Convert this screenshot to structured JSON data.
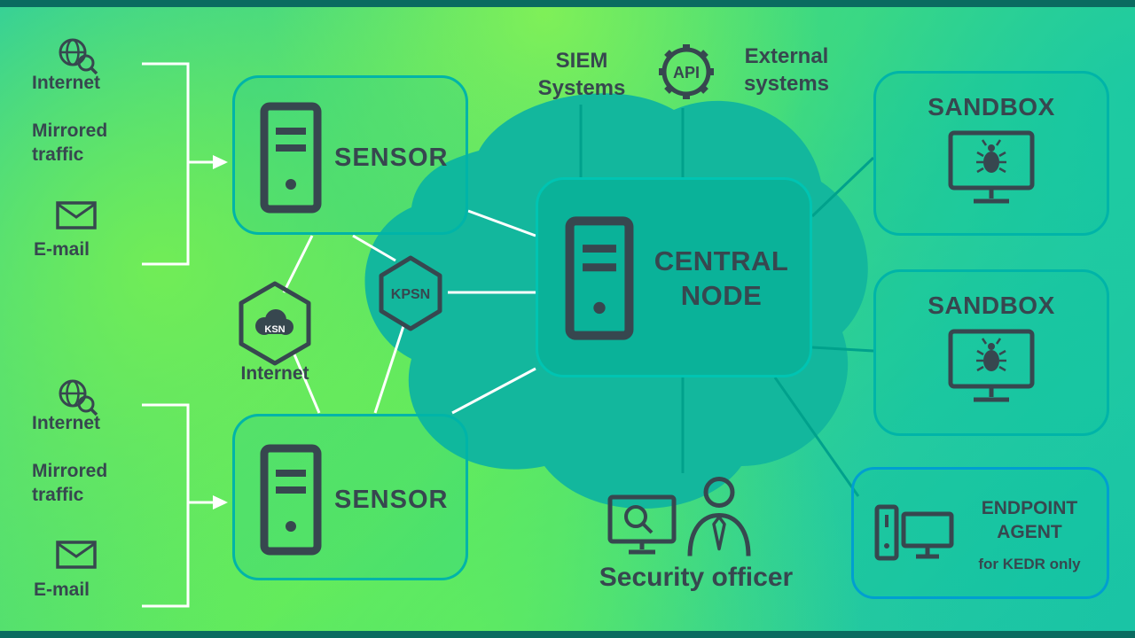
{
  "colors": {
    "dark": "#37474f",
    "box_border_teal": "#00b4a8",
    "endpoint_border_blue": "#009fd0",
    "connector_teal": "#00a18c",
    "white_lines": "#ffffff",
    "blob_teal": "#13b79d",
    "edge_bar": "#0a6b60"
  },
  "left_top": {
    "internet": "Internet",
    "mirrored": "Mirrored traffic",
    "email": "E-mail"
  },
  "left_bottom": {
    "internet": "Internet",
    "mirrored": "Mirrored traffic",
    "email": "E-mail"
  },
  "nodes": {
    "sensor_top": "SENSOR",
    "sensor_bottom": "SENSOR",
    "central": "CENTRAL NODE",
    "sandbox_top": "SANDBOX",
    "sandbox_bottom": "SANDBOX",
    "endpoint_title": "ENDPOINT AGENT",
    "endpoint_sub": "for KEDR only"
  },
  "cloud": {
    "ksn": "KSN",
    "ksn_caption": "Internet",
    "kpsn": "KPSN"
  },
  "top": {
    "siem": "SIEM Systems",
    "api": "API",
    "external": "External systems"
  },
  "officer": "Security officer"
}
